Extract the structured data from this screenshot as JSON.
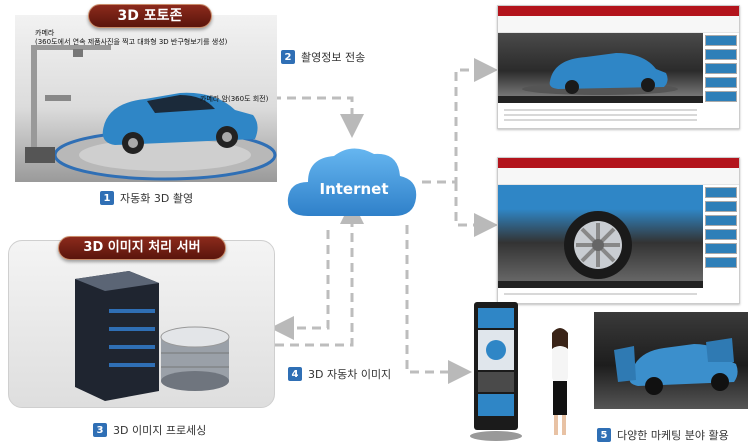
{
  "photo_zone": {
    "title": "3D 포토존",
    "camera_label_line1": "카메라",
    "camera_label_line2": "(360도에서 연속 제품사진을 찍고 대화형 3D 반구형보기를 생성)",
    "arm_label": "카메라 암(360도 회전)"
  },
  "server": {
    "title": "3D 이미지 처리 서버"
  },
  "cloud": {
    "label": "Internet"
  },
  "steps": [
    {
      "num": "1",
      "label": "자동화 3D 촬영"
    },
    {
      "num": "2",
      "label": "촬영정보 전송"
    },
    {
      "num": "3",
      "label": "3D 이미지 프로세싱"
    },
    {
      "num": "4",
      "label": "3D 자동차 이미지"
    },
    {
      "num": "5",
      "label": "다양한 마케팅 분야 활용"
    }
  ],
  "colors": {
    "accent_blue": "#2f6fb5",
    "title_red": "#7a1e12",
    "cloud": "#3a8fd6",
    "arrow": "#b5b5b5"
  }
}
